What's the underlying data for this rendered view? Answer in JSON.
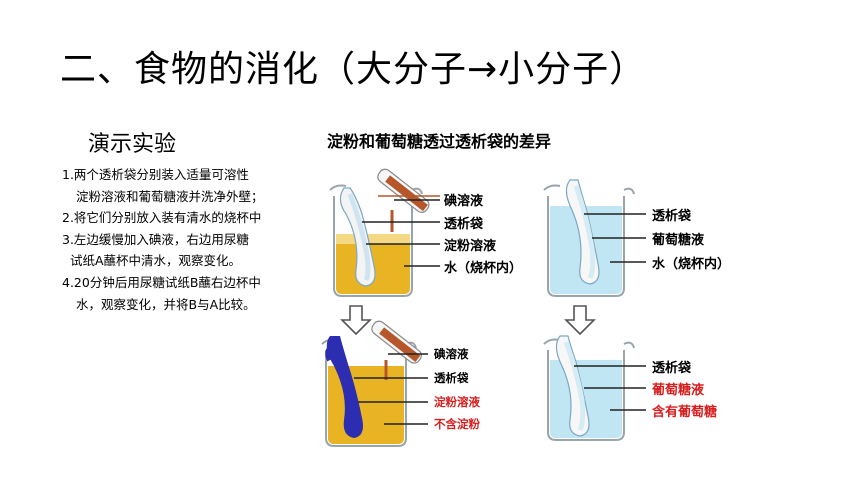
{
  "title": "二、食物的消化（大分子→小分子）",
  "demo_heading": "演示实验",
  "steps": [
    "1.两个透析袋分别装入适量可溶性",
    "淀粉溶液和葡萄糖液并洗净外壁；",
    "2.将它们分别放入装有清水的烧杯中",
    "3.左边缓慢加入碘液，右边用尿糖",
    "试纸A蘸杯中清水，观察变化。",
    "4.20分钟后用尿糖试纸B蘸右边杯中",
    "水，观察变化，并将B与A比较。"
  ],
  "figure": {
    "title": "淀粉和葡萄糖透过透析袋的差异",
    "top_left": [
      "碘溶液",
      "透析袋",
      "淀粉溶液",
      "水（烧杯内）"
    ],
    "top_right": [
      "透析袋",
      "葡萄糖液",
      "水（烧杯内）"
    ],
    "bottom_left": [
      "碘溶液",
      "透析袋",
      "淀粉溶液",
      "不含淀粉"
    ],
    "bottom_right": [
      "透析袋",
      "葡萄糖液",
      "含有葡萄糖"
    ]
  },
  "colors": {
    "starch_water": "#e8b424",
    "glucose_water": "#bfe6f2",
    "iodine": "#b5572a",
    "blue_starch": "#2c2db0",
    "red_label": "#d81e1e"
  }
}
